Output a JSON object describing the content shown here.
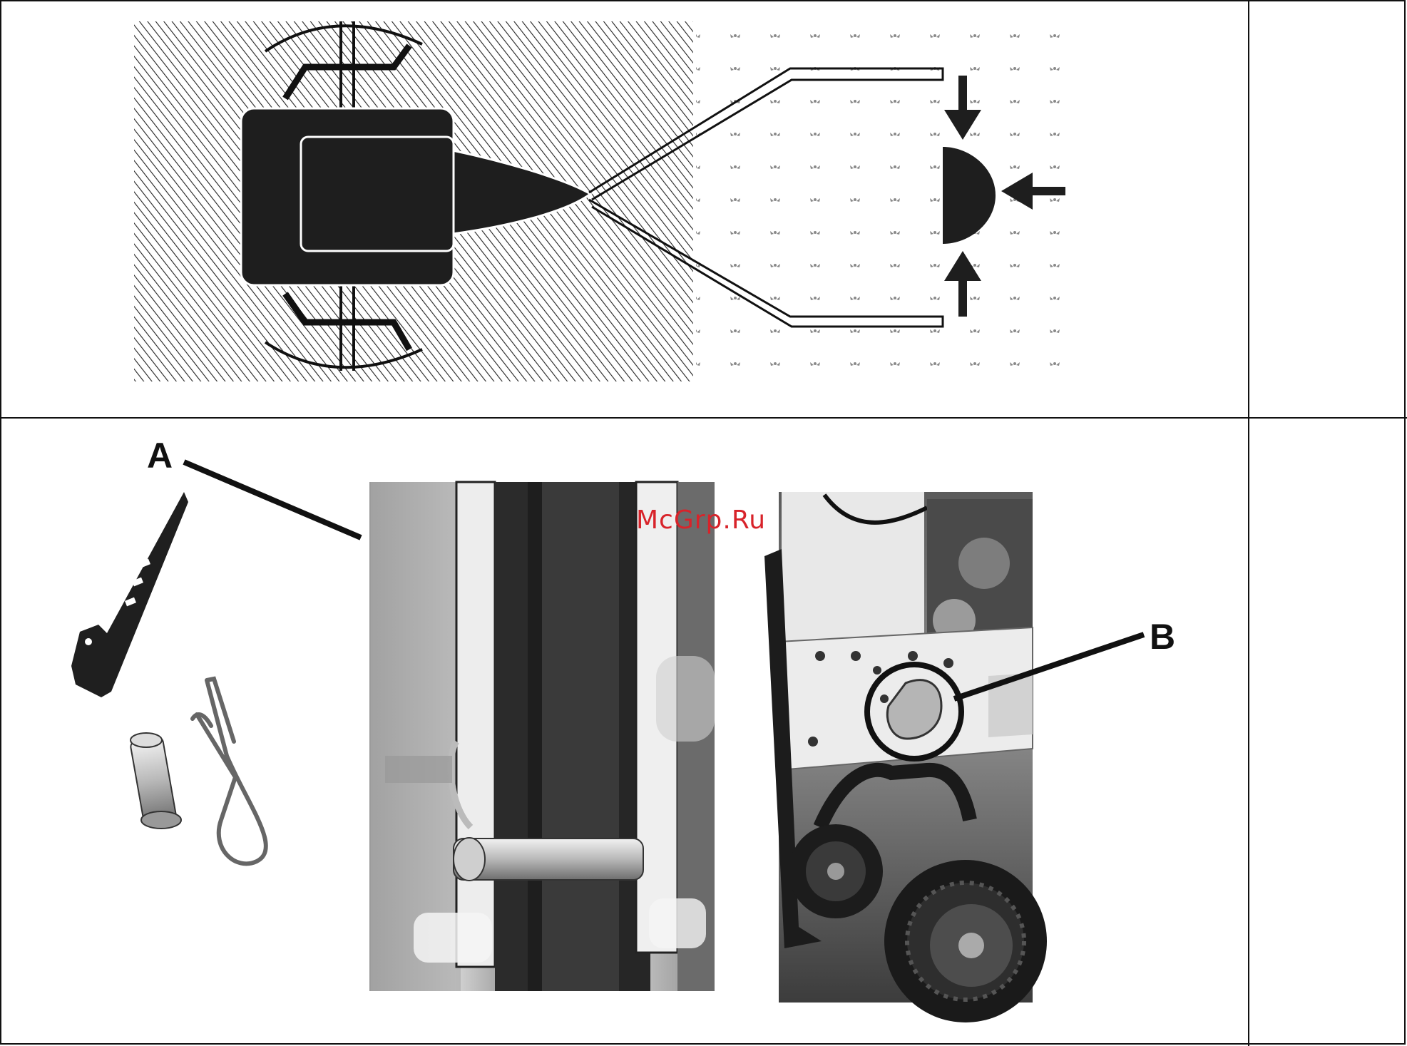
{
  "labels": {
    "a": "A",
    "b": "B"
  },
  "watermark": "McGrp.Ru",
  "colors": {
    "ink": "#111111",
    "watermark": "#d8232a",
    "plant": "#888888"
  }
}
